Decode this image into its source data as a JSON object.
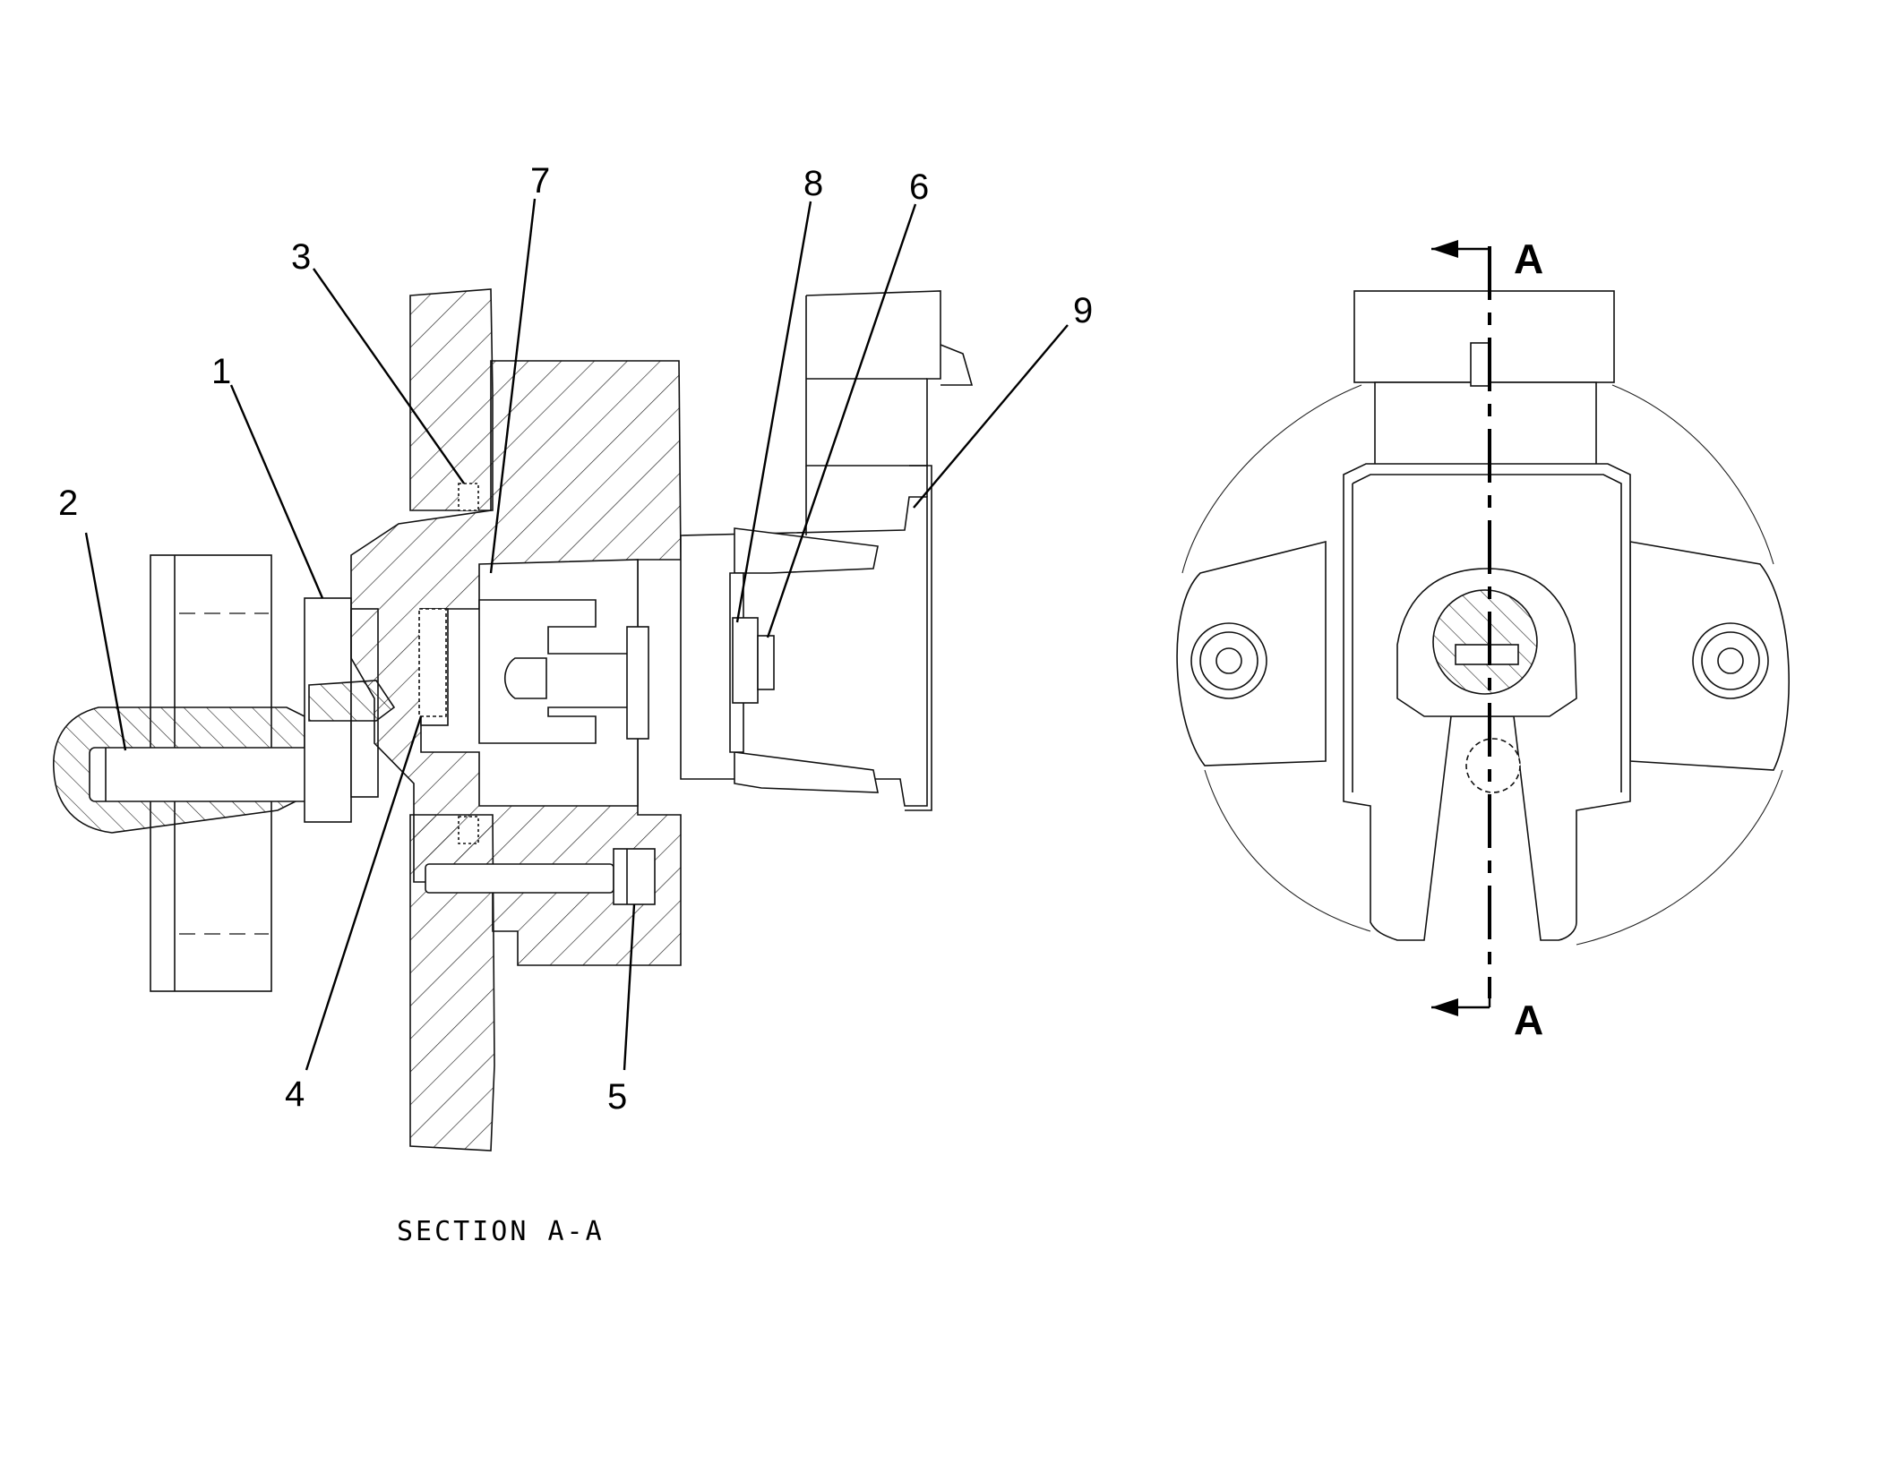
{
  "callouts": [
    {
      "id": "1",
      "label": "1"
    },
    {
      "id": "2",
      "label": "2"
    },
    {
      "id": "3",
      "label": "3"
    },
    {
      "id": "4",
      "label": "4"
    },
    {
      "id": "5",
      "label": "5"
    },
    {
      "id": "6",
      "label": "6"
    },
    {
      "id": "7",
      "label": "7"
    },
    {
      "id": "8",
      "label": "8"
    },
    {
      "id": "9",
      "label": "9"
    }
  ],
  "section_marks": {
    "top": "A",
    "bottom": "A"
  },
  "caption": "SECTION A-A",
  "colors": {
    "line": "#111111",
    "background": "#ffffff"
  }
}
